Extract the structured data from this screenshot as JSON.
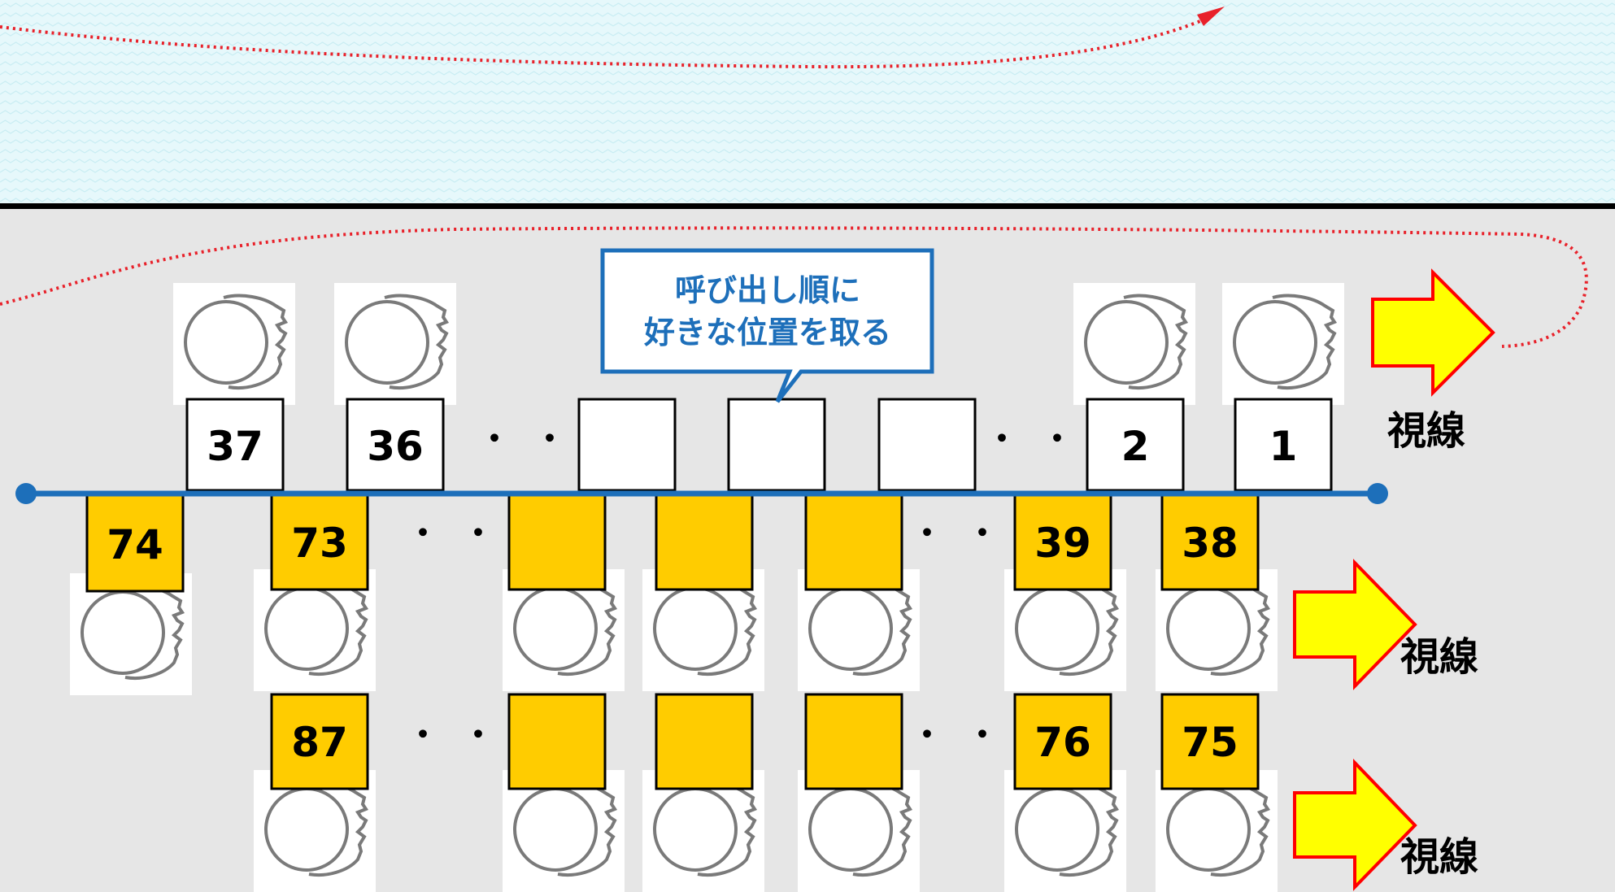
{
  "callout": {
    "line1": "呼び出し順に",
    "line2": "好きな位置を取る"
  },
  "gaze_label": "視線",
  "row_top": {
    "labels": [
      "37",
      "36",
      "",
      "",
      "",
      "2",
      "1"
    ]
  },
  "row_middle": {
    "labels": [
      "74",
      "73",
      "",
      "",
      "",
      "39",
      "38"
    ]
  },
  "row_bottom": {
    "labels": [
      "87",
      "",
      "",
      "",
      "76",
      "75"
    ]
  },
  "ellipsis": "・・",
  "colors": {
    "water": "#e6f8fb",
    "floor": "#e6e6e6",
    "box_white": "#ffffff",
    "box_yellow": "#ffcc00",
    "line_blue": "#1d6fba",
    "path_red": "#e8212a",
    "arrow_fill": "#ffff00",
    "arrow_stroke": "#ff0000"
  },
  "icons": [
    "person-topview-icon",
    "arrow-right-icon",
    "dotted-path-arrow-icon"
  ]
}
